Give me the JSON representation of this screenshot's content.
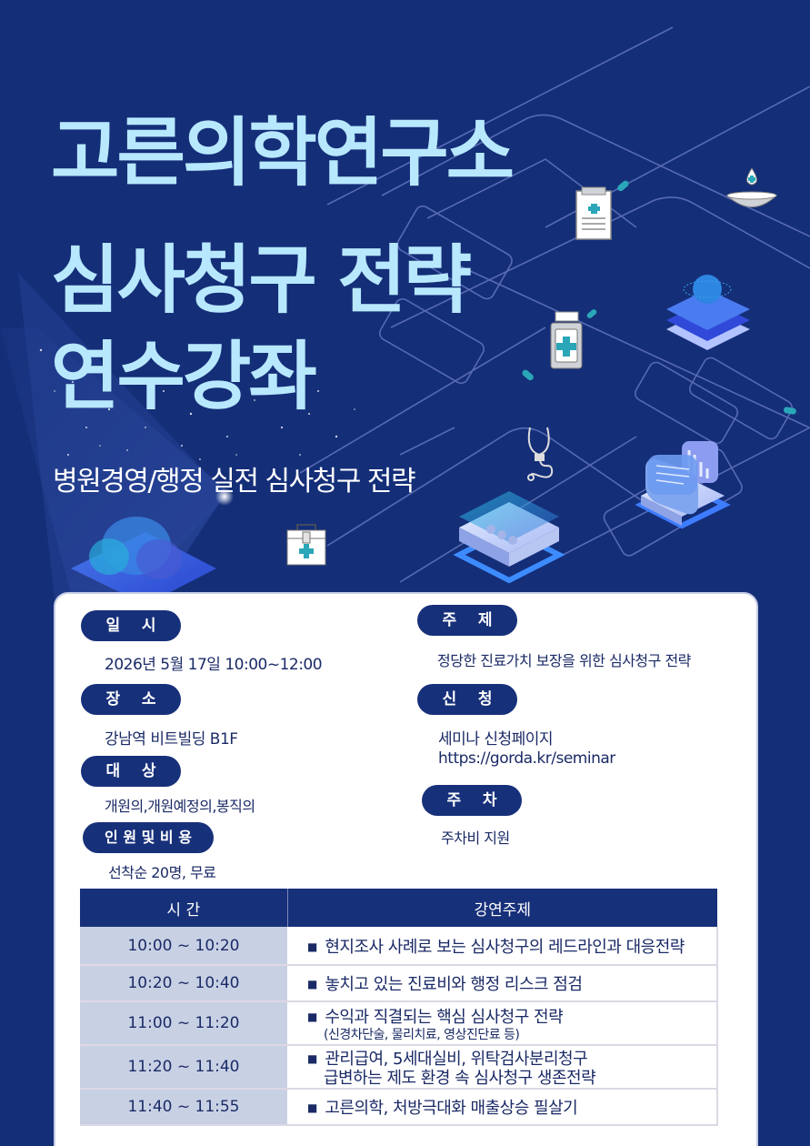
{
  "hero": {
    "title_line1": "고른의학연구소",
    "title_line2": "심사청구 전략",
    "title_line3": "연수강좌",
    "subtitle": "병원경영/행정 실전 심사청구 전략",
    "decorations": [
      "clipboard-icon",
      "pill-capsule-icon",
      "medicine-bowl-icon",
      "globe-platform-icon",
      "medicine-bottle-icon",
      "stethoscope-icon",
      "chat-chart-platform-icon",
      "document-platform-icon",
      "first-aid-kit-icon",
      "cloud-platform-icon"
    ]
  },
  "colors": {
    "background": "#142e78",
    "title": "#b8e8fd",
    "pill": "#17307a",
    "text": "#1a2a66",
    "time_cell": "#c8d1e4"
  },
  "info": {
    "date": {
      "label": "일    시",
      "value": "2026년 5월 17일 10:00~12:00"
    },
    "venue": {
      "label": "장    소",
      "value": "강남역 비트빌딩 B1F"
    },
    "audience": {
      "label": "대    상",
      "value": "개원의,개원예정의,봉직의"
    },
    "capacity": {
      "label": "인 원 및 비 용",
      "value": "선착순 20명, 무료"
    },
    "topic": {
      "label": "주    제",
      "value": "정당한 진료가치 보장을 위한 심사청구 전략"
    },
    "apply": {
      "label": "신    청",
      "value_line1": "세미나 신청페이지",
      "value_line2": "https://gorda.kr/seminar"
    },
    "parking": {
      "label": "주    차",
      "value": "주차비 지원"
    }
  },
  "schedule": {
    "headers": {
      "time": "시 간",
      "topic": "강연주제"
    },
    "rows": [
      {
        "time": "10:00 ~ 10:20",
        "topic": "현지조사 사례로 보는 심사청구의 레드라인과 대응전략",
        "sub": "",
        "line2": ""
      },
      {
        "time": "10:20 ~ 10:40",
        "topic": "놓치고 있는 진료비와 행정 리스크 점검",
        "sub": "",
        "line2": ""
      },
      {
        "time": "11:00 ~ 11:20",
        "topic": "수익과 직결되는 핵심 심사청구 전략",
        "sub": "(신경차단술, 물리치료, 영상진단료 등)",
        "line2": ""
      },
      {
        "time": "11:20 ~ 11:40",
        "topic": "관리급여, 5세대실비, 위탁검사분리청구",
        "sub": "",
        "line2": "급변하는 제도 환경 속 심사청구 생존전략"
      },
      {
        "time": "11:40 ~ 11:55",
        "topic": "고른의학, 처방극대화 매출상승 필살기",
        "sub": "",
        "line2": ""
      }
    ],
    "bullet": "■"
  }
}
